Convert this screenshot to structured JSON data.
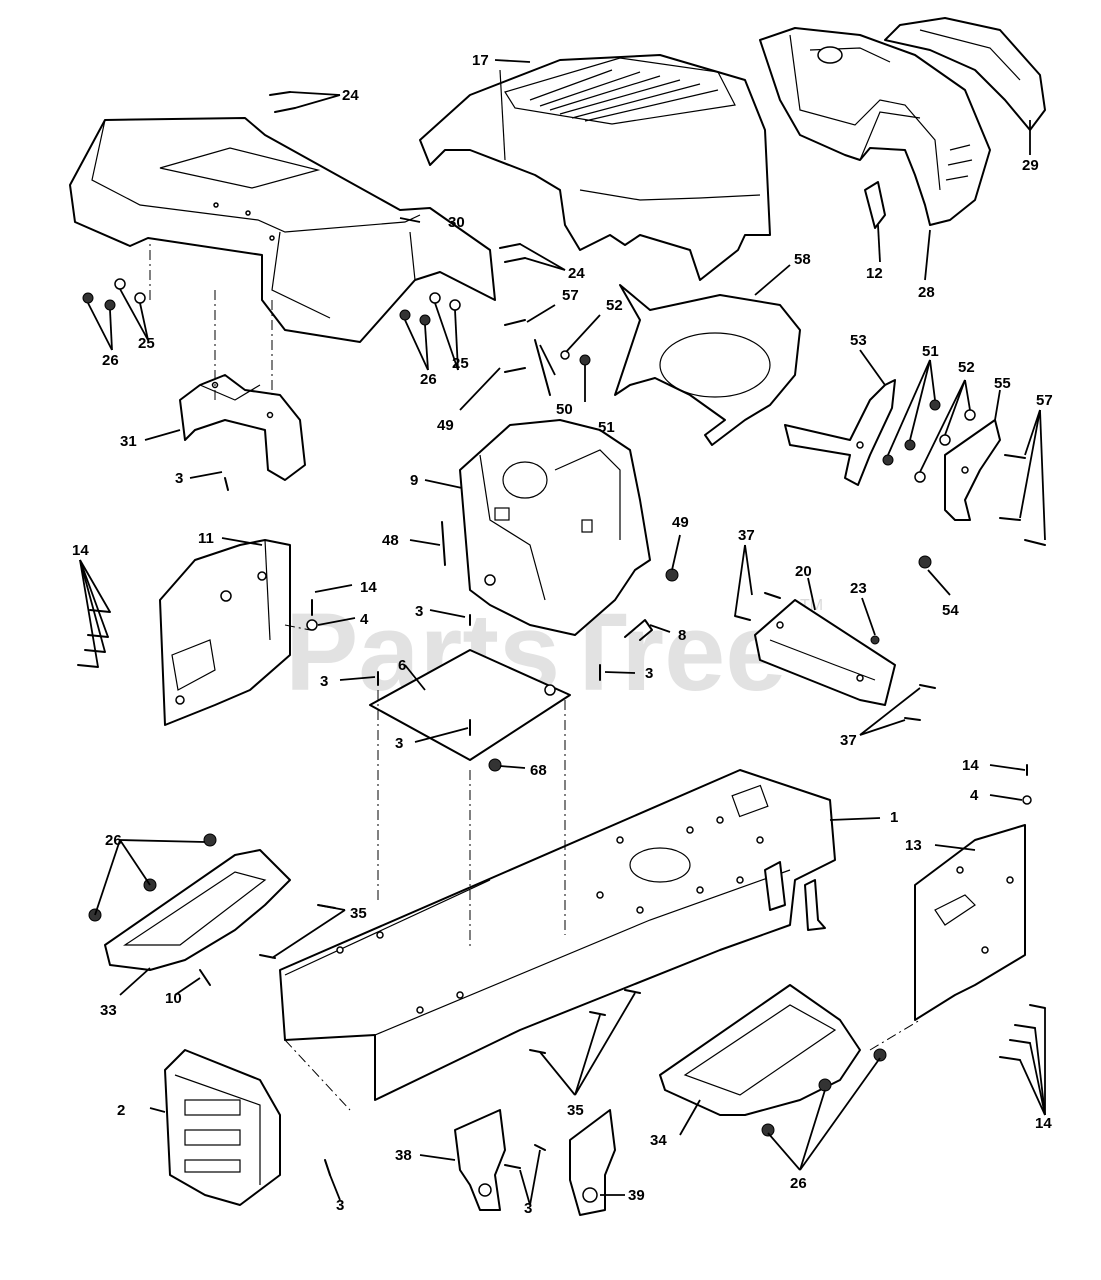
{
  "watermark": {
    "text": "PartsTree",
    "tm": "TM"
  },
  "callouts": [
    {
      "id": "c17",
      "label": "17"
    },
    {
      "id": "c24a",
      "label": "24"
    },
    {
      "id": "c29",
      "label": "29"
    },
    {
      "id": "c30",
      "label": "30"
    },
    {
      "id": "c12",
      "label": "12"
    },
    {
      "id": "c28",
      "label": "28"
    },
    {
      "id": "c24b",
      "label": "24"
    },
    {
      "id": "c58",
      "label": "58"
    },
    {
      "id": "c26a",
      "label": "26"
    },
    {
      "id": "c25a",
      "label": "25"
    },
    {
      "id": "c57a",
      "label": "57"
    },
    {
      "id": "c52a",
      "label": "52"
    },
    {
      "id": "c26b",
      "label": "26"
    },
    {
      "id": "c25b",
      "label": "25"
    },
    {
      "id": "c53",
      "label": "53"
    },
    {
      "id": "c51a",
      "label": "51"
    },
    {
      "id": "c52b",
      "label": "52"
    },
    {
      "id": "c55",
      "label": "55"
    },
    {
      "id": "c57b",
      "label": "57"
    },
    {
      "id": "c49a",
      "label": "49"
    },
    {
      "id": "c50",
      "label": "50"
    },
    {
      "id": "c51b",
      "label": "51"
    },
    {
      "id": "c31",
      "label": "31"
    },
    {
      "id": "c3a",
      "label": "3"
    },
    {
      "id": "c9",
      "label": "9"
    },
    {
      "id": "c49b",
      "label": "49"
    },
    {
      "id": "c48",
      "label": "48"
    },
    {
      "id": "c11",
      "label": "11"
    },
    {
      "id": "c14a",
      "label": "14"
    },
    {
      "id": "c14b",
      "label": "14"
    },
    {
      "id": "c4a",
      "label": "4"
    },
    {
      "id": "c3b",
      "label": "3"
    },
    {
      "id": "c37a",
      "label": "37"
    },
    {
      "id": "c20",
      "label": "20"
    },
    {
      "id": "c23",
      "label": "23"
    },
    {
      "id": "c54",
      "label": "54"
    },
    {
      "id": "c6",
      "label": "6"
    },
    {
      "id": "c8",
      "label": "8"
    },
    {
      "id": "c3c",
      "label": "3"
    },
    {
      "id": "c3d",
      "label": "3"
    },
    {
      "id": "c3e",
      "label": "3"
    },
    {
      "id": "c37b",
      "label": "37"
    },
    {
      "id": "c68",
      "label": "68"
    },
    {
      "id": "c14c",
      "label": "14"
    },
    {
      "id": "c4b",
      "label": "4"
    },
    {
      "id": "c1",
      "label": "1"
    },
    {
      "id": "c26c",
      "label": "26"
    },
    {
      "id": "c13",
      "label": "13"
    },
    {
      "id": "c35a",
      "label": "35"
    },
    {
      "id": "c33",
      "label": "33"
    },
    {
      "id": "c10",
      "label": "10"
    },
    {
      "id": "c2",
      "label": "2"
    },
    {
      "id": "c35b",
      "label": "35"
    },
    {
      "id": "c34",
      "label": "34"
    },
    {
      "id": "c14d",
      "label": "14"
    },
    {
      "id": "c3f",
      "label": "3"
    },
    {
      "id": "c38",
      "label": "38"
    },
    {
      "id": "c3g",
      "label": "3"
    },
    {
      "id": "c39",
      "label": "39"
    },
    {
      "id": "c26d",
      "label": "26"
    }
  ]
}
